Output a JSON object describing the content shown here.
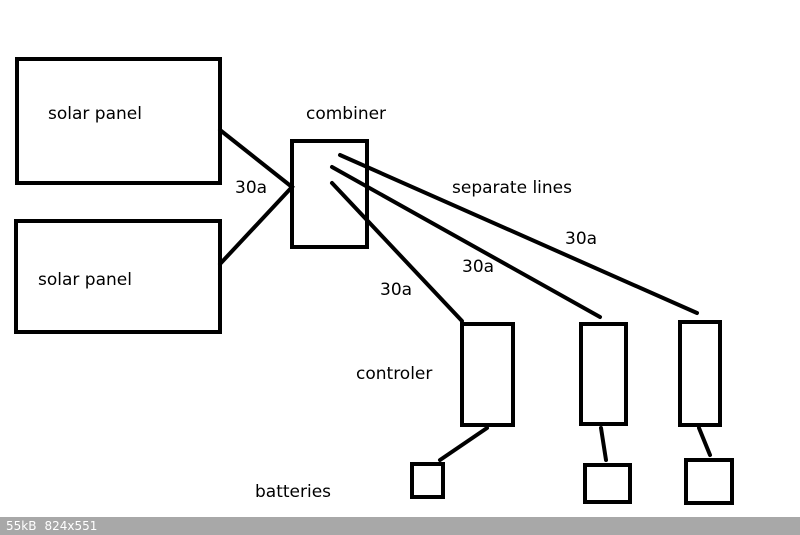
{
  "labels": {
    "solar_panel_top": "solar panel",
    "solar_panel_bottom": "solar panel",
    "combiner": "combiner",
    "separate_lines": "separate lines",
    "amp_panels": "30a",
    "amp_line_1": "30a",
    "amp_line_2": "30a",
    "amp_line_3": "30a",
    "controller": "controler",
    "batteries": "batteries"
  },
  "status_bar": {
    "file_size": "55kB",
    "dimensions": "824x551"
  }
}
